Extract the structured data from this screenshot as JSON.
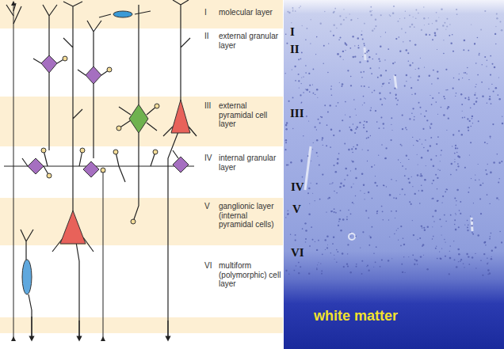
{
  "diagram": {
    "labels": [
      "I",
      "molecular layer",
      "II",
      "external granular layer",
      "III",
      "external pyramidal cell layer",
      "IV",
      "internal granular layer",
      "V",
      "ganglionic layer (internal pyramidal cells)",
      "VI",
      "multiform (polymorphic) cell layer",
      "I",
      "II",
      "III",
      "IV",
      "V",
      "VI",
      "white matter"
    ]
  }
}
